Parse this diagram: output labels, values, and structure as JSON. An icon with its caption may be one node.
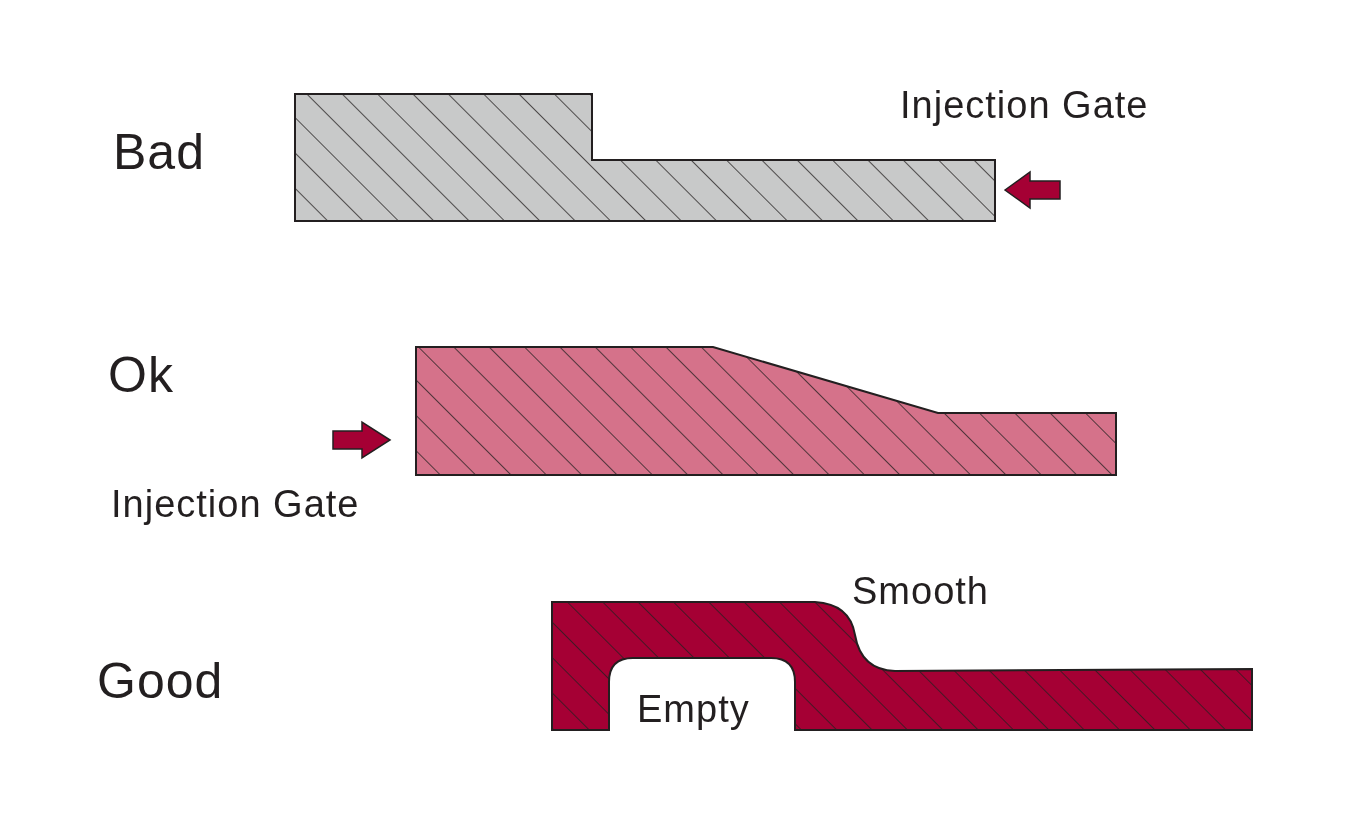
{
  "diagram": {
    "labels": [
      "Injection Gate",
      "Bad",
      "Ok",
      "Injection Gate",
      "Smooth",
      "Good",
      "Empty"
    ]
  }
}
